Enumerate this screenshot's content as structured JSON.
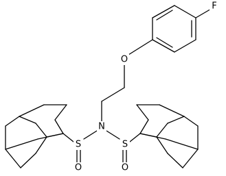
{
  "molecule": {
    "atoms": {
      "fluorine": "F",
      "ether_oxygen": "O",
      "nitrogen": "N",
      "sulfur_left": "S",
      "sulfur_right": "S",
      "sulfinyl_oxygen_left": "O",
      "sulfinyl_oxygen_right": "O"
    }
  }
}
